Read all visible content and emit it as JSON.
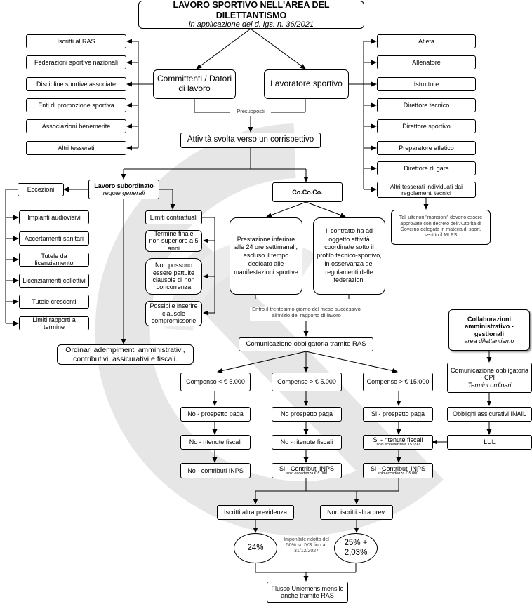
{
  "title": {
    "main": "LAVORO SPORTIVO NELL'AREA DEL DILETTANTISMO",
    "subtitle": "in applicazione del d. lgs. n. 36/2021"
  },
  "committenti": {
    "label": "Committenti / Datori di lavoro"
  },
  "lavoratore": {
    "label": "Lavoratore sportivo"
  },
  "committenti_items": [
    "Iscritti al RAS",
    "Federazioni sportive nazionali",
    "Discipline sportive associate",
    "Enti di promozione sportiva",
    "Associazioni benemerite",
    "Altri tesserati"
  ],
  "lavoratore_items": [
    "Atleta",
    "Allenatore",
    "Istruttore",
    "Direttore tecnico",
    "Direttore sportivo",
    "Preparatore atletico",
    "Direttore di gara",
    "Altri tesserati individuati dai regolamenti tecnici"
  ],
  "mansioni_note": "Tali ulteriori \"mansioni\" devono essere approvate con decreto dell'Autorità di Governo delegata in materia di sport, sentito il MLPS",
  "presupposti": "Presupposti",
  "attivita": "Attività svolta verso un corrispettivo",
  "subordinato": {
    "title": "Lavoro subordinato",
    "subtitle": "regole generali"
  },
  "eccezioni": {
    "title": "Eccezioni",
    "items": [
      "Impianti audiovisivi",
      "Accertamenti sanitari",
      "Tutele da licenziamento",
      "Licenziamenti collettivi",
      "Tutele crescenti",
      "Limiti rapporti a termine"
    ]
  },
  "limiti": {
    "title": "Limiti contrattuali",
    "items": [
      "Termine finale non superiore a 5 anni",
      "Non possono essere pattuite clausole di non concorrenza",
      "Possibile inserire clausole compromissorie"
    ]
  },
  "ordinari": "Ordinari adempimenti amministrativi, contributivi, assicurativi e fiscali.",
  "cococo": {
    "title": "Co.Co.Co.",
    "left": "Prestazione inferiore alle 24 ore settimanali, escluso il tempo dedicato alle manifestazioni sportive",
    "right": "Il contratto ha ad oggetto attività coordinate sotto il profilo tecnico-sportivo, in osservanza dei regolamenti delle federazioni"
  },
  "termine_comunicazione": "Entro il trentesimo giorno del mese successivo all'inizio del rapporto di lavoro",
  "comunicazione_ras": "Comunicazione obbligatoria tramite RAS",
  "compensi": [
    {
      "label": "Compenso < € 5.000",
      "paga": "No - prospetto paga",
      "fiscali": "No - ritenute fiscali",
      "fiscali_note": "",
      "inps": "No - contributi INPS",
      "inps_note": ""
    },
    {
      "label": "Compenso > € 5.000",
      "paga": "No prospetto paga",
      "fiscali": "No - ritenute fiscali",
      "fiscali_note": "",
      "inps": "Si - Contributi INPS",
      "inps_note": "solo eccedenza € 5.000"
    },
    {
      "label": "Compenso > € 15.000",
      "paga": "Si - prospetto paga",
      "fiscali": "Si - ritenute fiscali",
      "fiscali_note": "solo eccedenza € 15.000",
      "inps": "Si - Contributi INPS",
      "inps_note": "solo eccedenza € 5.000"
    }
  ],
  "collaborazioni": {
    "title": "Collaborazioni amministrativo - gestionali",
    "subtitle": "area dilettantismo",
    "comunicazione": "Comunicazione obbligatoria CPI",
    "comunicazione_sub": "Termini ordinari",
    "inail": "Obblighi assicurativi INAIL",
    "lul": "LUL"
  },
  "previdenza": {
    "iscritti": "Iscritti altra previdenza",
    "non_iscritti": "Non iscritti altra prev.",
    "rate_left": "24%",
    "rate_right": "25% + 2,03%",
    "note": "Imponibile ridotto del 50% su IVS fino al 31/12/2027"
  },
  "uniemens": "Flusso Uniemens mensile anche tramite RAS"
}
